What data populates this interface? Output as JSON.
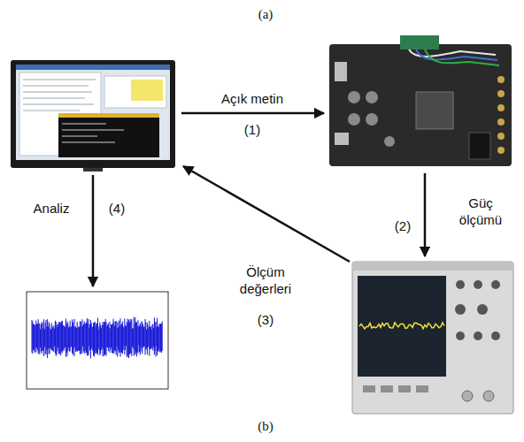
{
  "diagram": {
    "labels": [
      "(a)",
      "Açık metin",
      "(1)",
      "Güç ölçümü",
      "(2)",
      "Ölçüm değerleri",
      "(3)",
      "Analiz",
      "(4)",
      "(b)"
    ]
  }
}
